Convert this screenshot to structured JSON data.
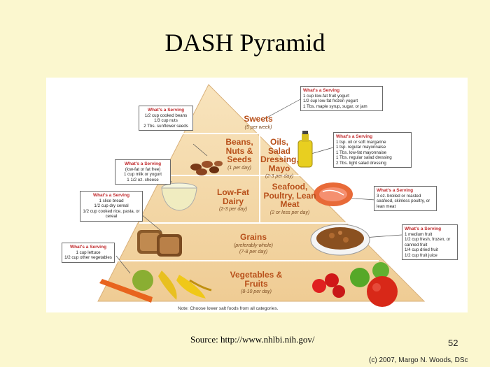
{
  "slide": {
    "title": "DASH Pyramid",
    "source": "Source: http://www.nhlbi.nih.gov/",
    "page_number": "52",
    "copyright": "(c) 2007, Margo N. Woods, DSc"
  },
  "pyramid": {
    "sweets": {
      "name": "Sweets",
      "servings": "(5 per week)"
    },
    "beans": {
      "name": "Beans, Nuts & Seeds",
      "servings": "(1 per day)"
    },
    "oils": {
      "name": "Oils, Salad Dressing, Mayo",
      "servings": "(2-3 per day)"
    },
    "dairy": {
      "name": "Low-Fat Dairy",
      "servings": "(2-3 per day)"
    },
    "meat": {
      "name": "Seafood, Poultry, Lean Meat",
      "servings": "(2 or less per day)"
    },
    "grains": {
      "name": "Grains",
      "note": "(preferably whole)",
      "servings": "(7-8 per day)"
    },
    "veg": {
      "name": "Vegetables & Fruits",
      "servings": "(8-10 per day)"
    },
    "note": "Note: Choose lower salt foods from all categories."
  },
  "serving_boxes": {
    "heading": "What's a Serving",
    "sweets": [
      "1 cup low-fat fruit yogurt",
      "1/2 cup low-fat frozen yogurt",
      "1 Tbs. maple syrup, sugar, or jam"
    ],
    "beans": [
      "1/2 cup cooked beans",
      "1/3 cup nuts",
      "2 Tbs. sunflower seeds"
    ],
    "oils": [
      "1 tsp. oil or soft margarine",
      "1 tsp. regular mayonnaise",
      "1 Tbs. low-fat mayonnaise",
      "1 Tbs. regular salad dressing",
      "2 Tbs. light salad dressing"
    ],
    "dairy": [
      "(low-fat or fat free)",
      "1 cup milk or yogurt",
      "1 1/2 oz. cheese"
    ],
    "meat": [
      "3 oz. broiled or roasted seafood, skinless poultry, or lean meat"
    ],
    "grains": [
      "1 slice bread",
      "1/2 cup dry cereal",
      "1/2 cup cooked rice, pasta, or cereal"
    ],
    "veg": [
      "1 cup lettuce",
      "1/2 cup other vegetables"
    ],
    "fruit": [
      "1 medium fruit",
      "1/2 cup fresh, frozen, or canned fruit",
      "1/4 cup dried fruit",
      "1/2 cup fruit juice"
    ]
  },
  "colors": {
    "background": "#fbf7cf",
    "pyramid": "#f4d9a8",
    "label": "#b8501a",
    "heading": "#c0282b"
  }
}
